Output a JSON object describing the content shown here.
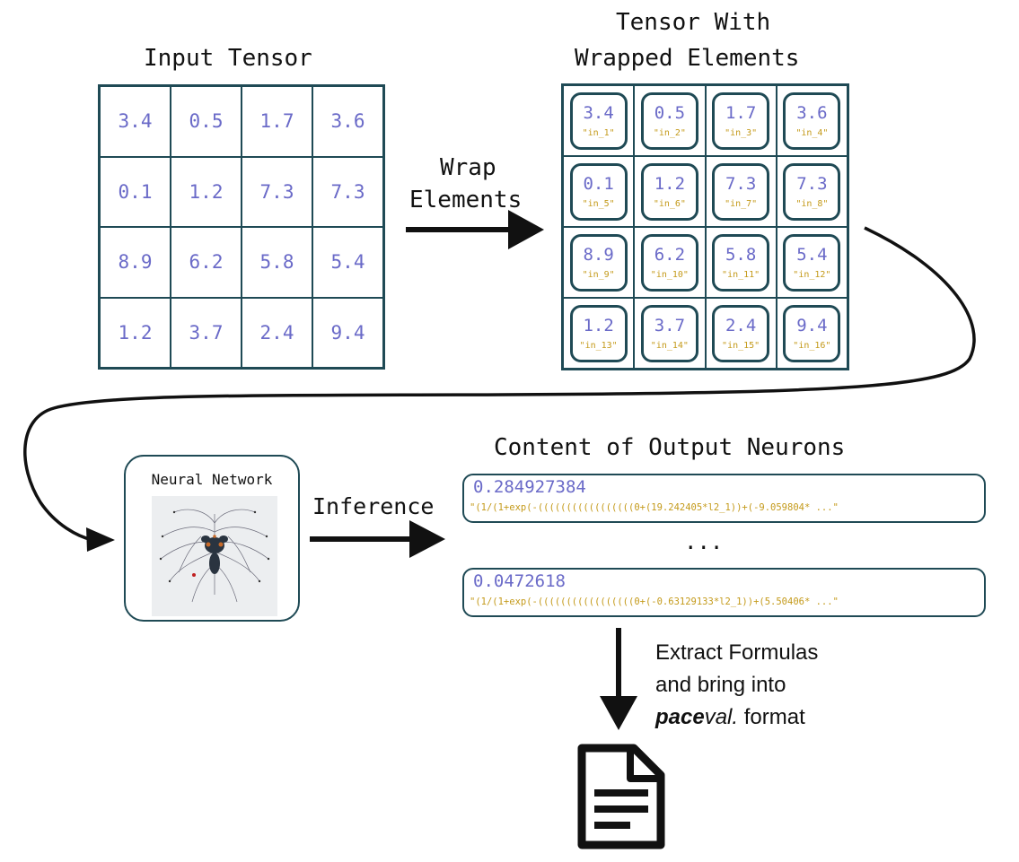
{
  "input_tensor": {
    "title": "Input Tensor",
    "rows": [
      [
        "3.4",
        "0.5",
        "1.7",
        "3.6"
      ],
      [
        "0.1",
        "1.2",
        "7.3",
        "7.3"
      ],
      [
        "8.9",
        "6.2",
        "5.8",
        "5.4"
      ],
      [
        "1.2",
        "3.7",
        "2.4",
        "9.4"
      ]
    ]
  },
  "wrap_step": {
    "line1": "Wrap",
    "line2": "Elements"
  },
  "wrapped_tensor": {
    "title_line1": "Tensor With",
    "title_line2": "Wrapped Elements",
    "cells": [
      {
        "value": "3.4",
        "id": "\"in_1\""
      },
      {
        "value": "0.5",
        "id": "\"in_2\""
      },
      {
        "value": "1.7",
        "id": "\"in_3\""
      },
      {
        "value": "3.6",
        "id": "\"in_4\""
      },
      {
        "value": "0.1",
        "id": "\"in_5\""
      },
      {
        "value": "1.2",
        "id": "\"in_6\""
      },
      {
        "value": "7.3",
        "id": "\"in_7\""
      },
      {
        "value": "7.3",
        "id": "\"in_8\""
      },
      {
        "value": "8.9",
        "id": "\"in_9\""
      },
      {
        "value": "6.2",
        "id": "\"in_10\""
      },
      {
        "value": "5.8",
        "id": "\"in_11\""
      },
      {
        "value": "5.4",
        "id": "\"in_12\""
      },
      {
        "value": "1.2",
        "id": "\"in_13\""
      },
      {
        "value": "3.7",
        "id": "\"in_14\""
      },
      {
        "value": "2.4",
        "id": "\"in_15\""
      },
      {
        "value": "9.4",
        "id": "\"in_16\""
      }
    ]
  },
  "neural_network": {
    "title": "Neural Network"
  },
  "inference": {
    "label": "Inference"
  },
  "output": {
    "title": "Content of Output Neurons",
    "ellipsis": "...",
    "neurons": [
      {
        "value": "0.284927384",
        "formula": "\"(1/(1+exp(-(((((((((((((((((0+(19.242405*l2_1))+(-9.059804* ...\""
      },
      {
        "value": "0.0472618",
        "formula": "\"(1/(1+exp(-(((((((((((((((((0+(-0.63129133*l2_1))+(5.50406* ...\""
      }
    ]
  },
  "extract_step": {
    "line1": "Extract Formulas",
    "line2": "and bring into",
    "brand_bold": "pace",
    "brand_italic": "val.",
    "suffix": " format"
  },
  "colors": {
    "border": "#1f4a55",
    "value_text": "#6a6ac8",
    "id_text": "#c49a1a"
  },
  "icons": {
    "document": "document-icon",
    "network_image": "neural-network-image"
  }
}
